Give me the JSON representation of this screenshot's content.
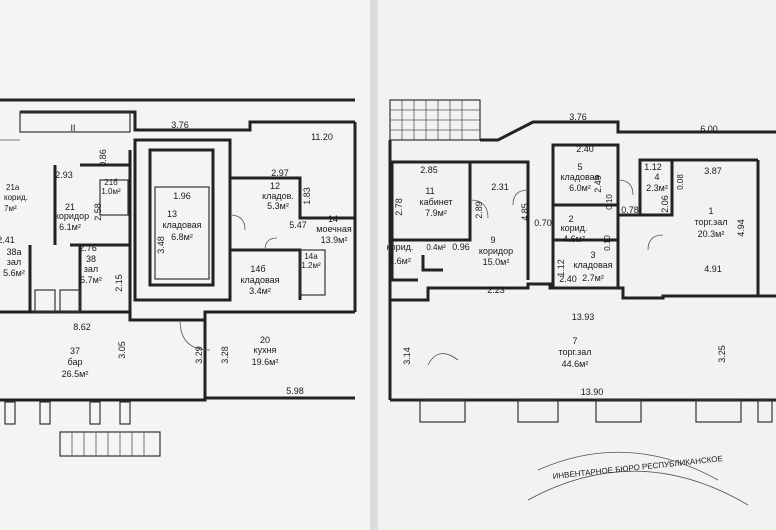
{
  "rooms": {
    "r37": {
      "num": "37",
      "name": "бар",
      "area": "26.5м²"
    },
    "r20": {
      "num": "20",
      "name": "кухня",
      "area": "19.6м²"
    },
    "r13": {
      "num": "13",
      "name": "кладовая",
      "area": "6.8м²"
    },
    "r12": {
      "num": "12",
      "name": "кладов.",
      "area": "5.3м²"
    },
    "r14": {
      "num": "14",
      "name": "моечная",
      "area": "13.9м²"
    },
    "r14b": {
      "num": "14б",
      "name": "кладовая",
      "area": "3.4м²"
    },
    "r14a": {
      "num": "14а",
      "area": "1.2м²"
    },
    "r21": {
      "num": "21",
      "name": "коридор",
      "area": "6.1м²"
    },
    "r21a": {
      "num": "21а",
      "name": "корид.",
      "area": "7м²"
    },
    "r21b": {
      "num": "21б",
      "area": "1.0м²"
    },
    "r38": {
      "num": "38",
      "name": "зал",
      "area": "5.7м²"
    },
    "r38a": {
      "num": "38а",
      "name": "зал",
      "area": "5.6м²"
    },
    "r7": {
      "num": "7",
      "name": "торг.зал",
      "area": "44.6м²"
    },
    "r9": {
      "num": "9",
      "name": "коридор",
      "area": "15.0м²"
    },
    "r11": {
      "num": "11",
      "name": "кабинет",
      "area": "7.9м²"
    },
    "r5": {
      "num": "5",
      "name": "кладовая",
      "area": "6.0м²"
    },
    "r2": {
      "num": "2",
      "name": "корид.",
      "area": "4.6м²"
    },
    "r3": {
      "num": "3",
      "name": "кладовая",
      "area": "2.7м²"
    },
    "r4": {
      "num": "4",
      "area": "2.3м²"
    },
    "r1": {
      "num": "1",
      "name": "торг.зал",
      "area": "20.3м²"
    },
    "r10": {
      "name": "корид.",
      "area": "1.6м²"
    },
    "r10w": {
      "area": "0.4м²"
    }
  },
  "dims_left": [
    "3.76",
    "11.20",
    "2.97",
    "1.83",
    "1.96",
    "3.48",
    "5.47",
    "2.93",
    "0.86",
    "2.58",
    "2.76",
    "2.15",
    "8.62",
    "3.05",
    "3.29",
    "3.28",
    "5.98",
    "2.41"
  ],
  "dims_right": [
    "3.76",
    "6.00",
    "2.40",
    "2.85",
    "2.31",
    "2.78",
    "2.89",
    "4.85",
    "0.70",
    "1.12",
    "3.87",
    "0.08",
    "2.49",
    "0.10",
    "0.78",
    "2.06",
    "4.94",
    "0.96",
    "0.10",
    "1.12",
    "2.40",
    "4.91",
    "2.23",
    "13.93",
    "3.14",
    "3.25",
    "13.90"
  ],
  "markers": {
    "stair_left": "II"
  },
  "stamp": {
    "text": "ИНВЕНТАРНОЕ БЮРО РЕСПУБЛИКАНСКОЕ"
  }
}
